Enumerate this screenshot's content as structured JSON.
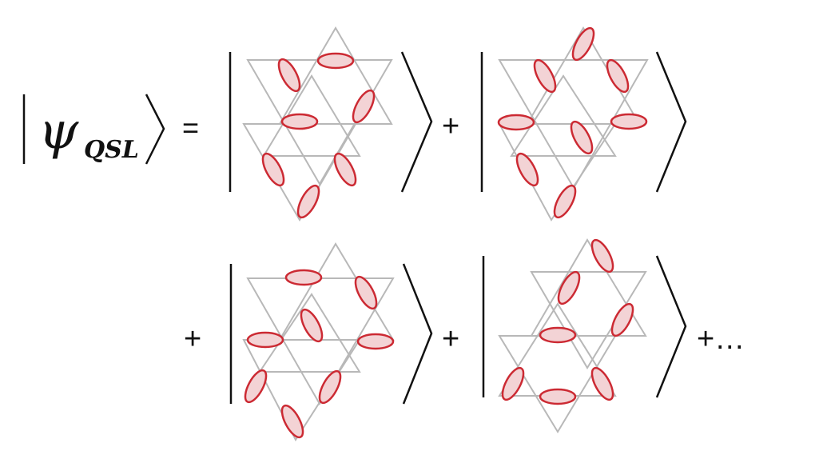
{
  "equation": {
    "psi_symbol": "ψ",
    "psi_subscript": "QSL",
    "equals": "=",
    "plus": "+",
    "ellipsis": "+…"
  },
  "colors": {
    "lattice": "#b8b8b8",
    "bond_fill": "#f3d3d5",
    "bond_stroke": "#cc2a33",
    "ket": "#111111"
  },
  "configurations": [
    {
      "name": "config-1",
      "bonds": [
        "top-left-edge",
        "top-right-up",
        "mid-left",
        "mid-right-up",
        "bottom-left-edge",
        "bottom-right",
        "bottom-tip"
      ]
    },
    {
      "name": "config-2",
      "bonds": [
        "top-tip",
        "top-left",
        "top-right",
        "mid-left",
        "mid-center",
        "mid-right",
        "bottom-left",
        "bottom-tip"
      ]
    },
    {
      "name": "config-3",
      "bonds": [
        "top-left",
        "top-right",
        "mid-left",
        "mid-center",
        "mid-right",
        "bottom-left",
        "bottom-right",
        "bottom-tip"
      ]
    },
    {
      "name": "config-4",
      "bonds": [
        "top-tip",
        "top-left",
        "top-right",
        "mid-center",
        "bottom-left",
        "bottom-center",
        "bottom-right"
      ]
    }
  ]
}
